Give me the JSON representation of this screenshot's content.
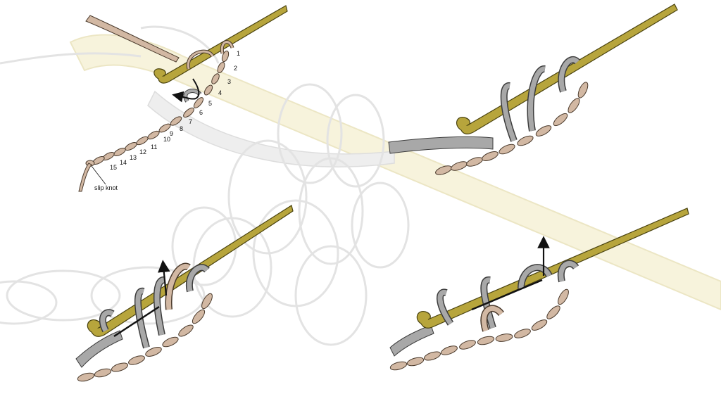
{
  "colors": {
    "hook": "#b7a53c",
    "hook_outline": "#4a4310",
    "yarn_tan": "#d2b8a3",
    "yarn_tan_outline": "#4a3a2c",
    "yarn_gray": "#a8a8a8",
    "yarn_gray_outline": "#3d3d3d",
    "watermark": "#e6e6e6",
    "watermark_hook": "#f6f2d8",
    "arrow": "#111111"
  },
  "panel1": {
    "chain_numbers": [
      "1",
      "2",
      "3",
      "4",
      "5",
      "6",
      "7",
      "8",
      "9",
      "10",
      "11",
      "12",
      "13",
      "14",
      "15"
    ],
    "slip_knot_label": "slip knot"
  }
}
